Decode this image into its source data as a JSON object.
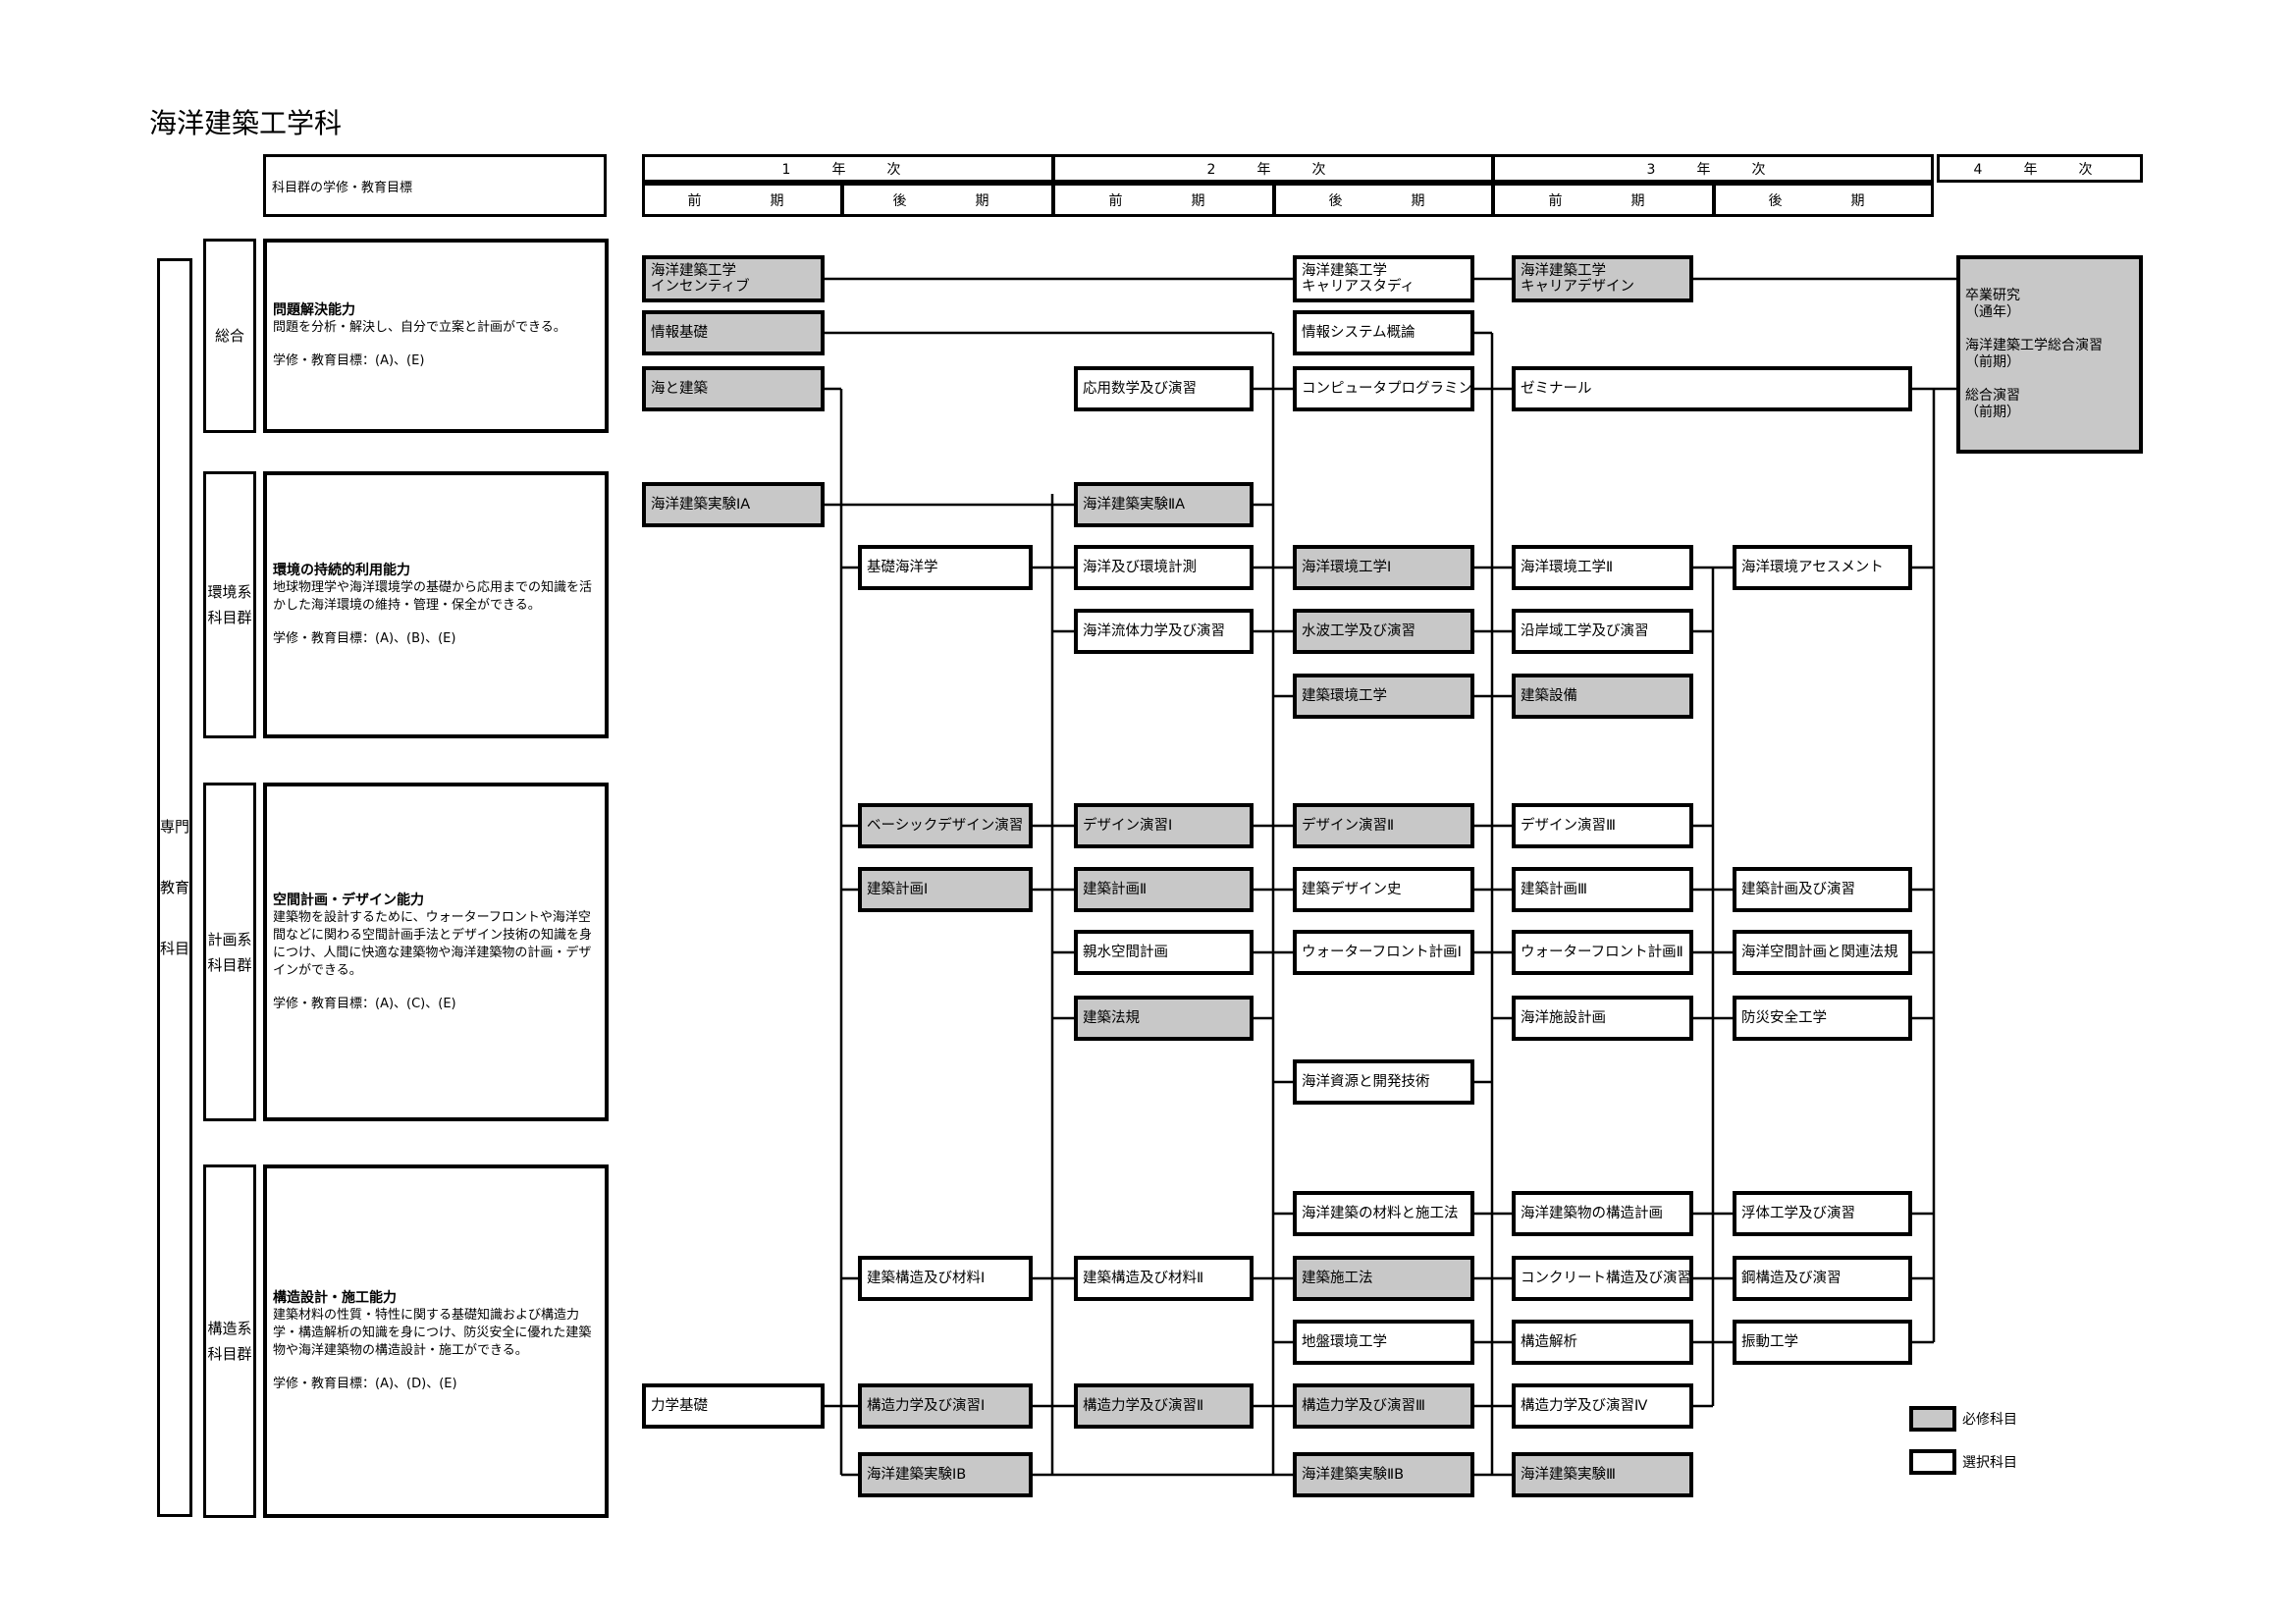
{
  "title": "海洋建築工学科",
  "goal_header": "科目群の学修・教育目標",
  "years": [
    "1　年　次",
    "2　年　次",
    "3　年　次",
    "4　年　次"
  ],
  "terms": [
    "前　　期",
    "後　　期",
    "前　　期",
    "後　　期",
    "前　　期",
    "後　　期"
  ],
  "specialty_label": "専門教育科目",
  "groups": [
    {
      "label": "総合",
      "heading": "問題解決能力",
      "text": "問題を分析・解決し、自分で立案と計画ができる。",
      "target": "学修・教育目標：(A)、(E)"
    },
    {
      "label": "環境系科目群",
      "heading": "環境の持続的利用能力",
      "text": "地球物理学や海洋環境学の基礎から応用までの知識を活かした海洋環境の維持・管理・保全ができる。",
      "target": "学修・教育目標：(A)、(B)、(E)"
    },
    {
      "label": "計画系科目群",
      "heading": "空間計画・デザイン能力",
      "text": "建築物を設計するために、ウォーターフロントや海洋空間などに関わる空間計画手法とデザイン技術の知識を身につけ、人間に快適な建築物や海洋建築物の計画・デザインができる。",
      "target": "学修・教育目標：(A)、(C)、(E)"
    },
    {
      "label": "構造系科目群",
      "heading": "構造設計・施工能力",
      "text": "建築材料の性質・特性に関する基礎知識および構造力学・構造解析の知識を身につけ、防災安全に優れた建築物や海洋建築物の構造設計・施工ができる。",
      "target": "学修・教育目標：(A)、(D)、(E)"
    }
  ],
  "courses": [
    {
      "name": "海洋建築工学\nインセンティブ",
      "required": true
    },
    {
      "name": "情報基礎",
      "required": true
    },
    {
      "name": "海と建築",
      "required": true
    },
    {
      "name": "海洋建築実験ⅠA",
      "required": true
    },
    {
      "name": "基礎海洋学",
      "required": false
    },
    {
      "name": "ベーシックデザイン演習",
      "required": true
    },
    {
      "name": "建築計画Ⅰ",
      "required": true
    },
    {
      "name": "建築構造及び材料Ⅰ",
      "required": false
    },
    {
      "name": "力学基礎",
      "required": false
    },
    {
      "name": "構造力学及び演習Ⅰ",
      "required": true
    },
    {
      "name": "海洋建築実験ⅠB",
      "required": true
    },
    {
      "name": "応用数学及び演習",
      "required": false
    },
    {
      "name": "海洋建築実験ⅡA",
      "required": true
    },
    {
      "name": "海洋及び環境計測",
      "required": false
    },
    {
      "name": "海洋流体力学及び演習",
      "required": false
    },
    {
      "name": "デザイン演習Ⅰ",
      "required": true
    },
    {
      "name": "建築計画Ⅱ",
      "required": true
    },
    {
      "name": "親水空間計画",
      "required": false
    },
    {
      "name": "建築法規",
      "required": true
    },
    {
      "name": "建築構造及び材料Ⅱ",
      "required": false
    },
    {
      "name": "構造力学及び演習Ⅱ",
      "required": true
    },
    {
      "name": "海洋建築工学\nキャリアスタディ",
      "required": false
    },
    {
      "name": "情報システム概論",
      "required": false
    },
    {
      "name": "コンピュータプログラミング",
      "required": false
    },
    {
      "name": "海洋環境工学Ⅰ",
      "required": true
    },
    {
      "name": "水波工学及び演習",
      "required": true
    },
    {
      "name": "建築環境工学",
      "required": true
    },
    {
      "name": "デザイン演習Ⅱ",
      "required": true
    },
    {
      "name": "建築デザイン史",
      "required": false
    },
    {
      "name": "ウォーターフロント計画Ⅰ",
      "required": false
    },
    {
      "name": "海洋資源と開発技術",
      "required": false
    },
    {
      "name": "海洋建築の材料と施工法",
      "required": false
    },
    {
      "name": "建築施工法",
      "required": true
    },
    {
      "name": "地盤環境工学",
      "required": false
    },
    {
      "name": "構造力学及び演習Ⅲ",
      "required": true
    },
    {
      "name": "海洋建築実験ⅡB",
      "required": true
    },
    {
      "name": "海洋建築工学\nキャリアデザイン",
      "required": true
    },
    {
      "name": "ゼミナール",
      "required": false
    },
    {
      "name": "海洋環境工学Ⅱ",
      "required": false
    },
    {
      "name": "沿岸域工学及び演習",
      "required": false
    },
    {
      "name": "建築設備",
      "required": true
    },
    {
      "name": "デザイン演習Ⅲ",
      "required": false
    },
    {
      "name": "建築計画Ⅲ",
      "required": false
    },
    {
      "name": "ウォーターフロント計画Ⅱ",
      "required": false
    },
    {
      "name": "海洋施設計画",
      "required": false
    },
    {
      "name": "海洋建築物の構造計画",
      "required": false
    },
    {
      "name": "コンクリート構造及び演習",
      "required": false
    },
    {
      "name": "構造解析",
      "required": false
    },
    {
      "name": "構造力学及び演習Ⅳ",
      "required": false
    },
    {
      "name": "海洋建築実験Ⅲ",
      "required": true
    },
    {
      "name": "海洋環境アセスメント",
      "required": false
    },
    {
      "name": "建築計画及び演習",
      "required": false
    },
    {
      "name": "海洋空間計画と関連法規",
      "required": false
    },
    {
      "name": "防災安全工学",
      "required": false
    },
    {
      "name": "浮体工学及び演習",
      "required": false
    },
    {
      "name": "鋼構造及び演習",
      "required": false
    },
    {
      "name": "振動工学",
      "required": false
    },
    {
      "name": "卒業研究\n（通年）\n\n海洋建築工学総合演習\n（前期）\n\n総合演習\n（前期）",
      "required": true
    }
  ],
  "legend": {
    "required": "必修科目",
    "elective": "選択科目"
  }
}
